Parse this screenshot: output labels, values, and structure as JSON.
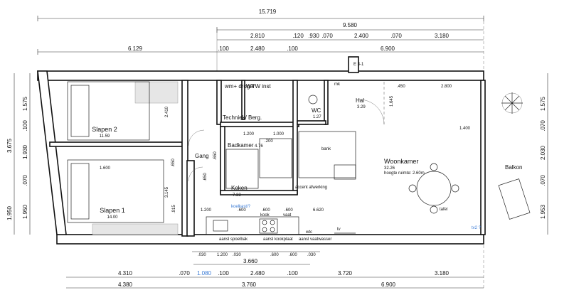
{
  "dims": {
    "top": {
      "overall": "15.719",
      "right_span": "9.580",
      "row3": [
        "2.810",
        ".120",
        ".930",
        ".070",
        "2.400",
        ".070",
        "3.180"
      ],
      "row4": [
        "6.129",
        ".100",
        "2.480",
        ".100",
        "6.900"
      ]
    },
    "bottom": {
      "row1": [
        ".030",
        "1.200",
        ".030",
        ".600",
        ".600",
        ".030"
      ],
      "row2": [
        "3.660"
      ],
      "row3": [
        "4.310",
        ".070",
        "1.080",
        ".100",
        "2.480",
        ".100",
        "3.720",
        "3.180"
      ],
      "row4": [
        "4.380",
        "3.760",
        "6.900"
      ]
    },
    "left_outer": [
      "3.675",
      "1.950"
    ],
    "left_inner": [
      "1.575",
      ".100",
      "1.930",
      ".070",
      "1.950"
    ],
    "right_inner": [
      "1.575",
      ".070",
      "2.030",
      ".070",
      "1.953"
    ],
    "interior": [
      ".450",
      "2.800",
      "1.645",
      "2.410",
      "3.145",
      "1.600",
      "1.200",
      ".915",
      ".650",
      ".650",
      ".600",
      ".600",
      ".600",
      "6.620",
      "1.200",
      "1.000",
      ".650",
      ".200",
      "1.400"
    ]
  },
  "rooms": {
    "slapen2": {
      "name": "Slapen 2",
      "area": "11.59"
    },
    "slapen1": {
      "name": "Slapen 1",
      "area": "14.00"
    },
    "techniek": {
      "name": "Techniek/ Berg."
    },
    "wm_droger": {
      "name": "wm+ droger"
    },
    "wtw": {
      "name": "WTW inst"
    },
    "wc": {
      "name": "WC",
      "area": "1.27"
    },
    "hal": {
      "name": "Hal",
      "area": "3.29"
    },
    "mk": {
      "name": "mk"
    },
    "badkamer": {
      "name": "Badkamer",
      "area": "4.76"
    },
    "gang": {
      "name": "Gang"
    },
    "koken": {
      "name": "Koken",
      "area": "7.33"
    },
    "woonkamer": {
      "name": "Woonkamer",
      "area": "32.26",
      "note": "hoogte ruimte: 2.60m"
    },
    "balkon": {
      "name": "Balkon"
    }
  },
  "labels": {
    "e31": "E 3-1",
    "bank": "bank",
    "tafel": "tafel",
    "tv": "tv",
    "tv2": "tv2 ?",
    "koelkast": "koelkast/?",
    "kook": "kook",
    "vaat": "vaat",
    "wtc": "wtc",
    "accent": "accent afwerking",
    "aansl_spoelbak": "aansl spoelbak",
    "aansl_kookplaat": "aansl kookplaat",
    "aansl_vaatwasser": "aansl vaatwasser"
  },
  "colors": {
    "accent": "#3a7bd5",
    "wall": "#111111",
    "grey": "#e6e6e6"
  }
}
